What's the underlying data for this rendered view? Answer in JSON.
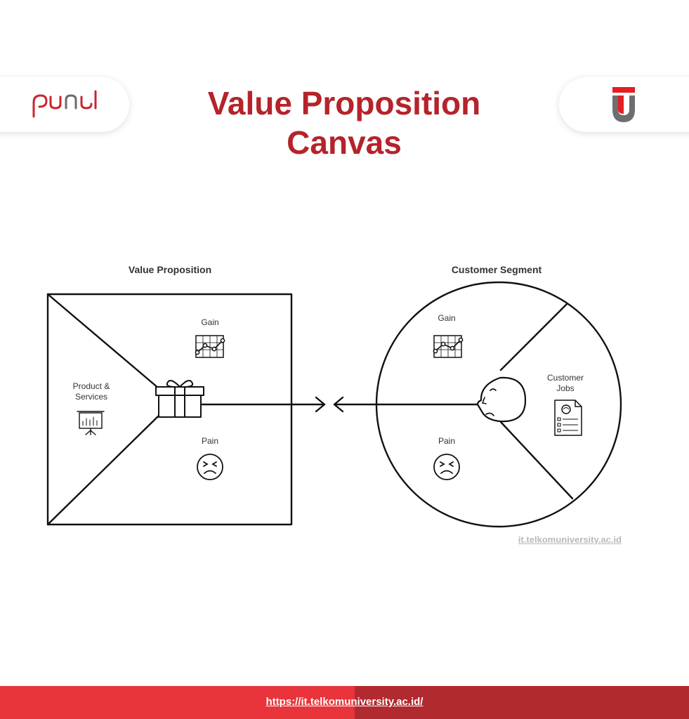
{
  "header": {
    "title_line1": "Value Proposition",
    "title_line2": "Canvas",
    "left_logo": "puni-logo",
    "right_logo": "telkom-university-logo"
  },
  "value_proposition": {
    "heading": "Value Proposition",
    "gain_label": "Gain",
    "pain_label": "Pain",
    "product_label_line1": "Product &",
    "product_label_line2": "Services",
    "icons": [
      "gift-icon",
      "chart-icon",
      "sad-face-icon",
      "presentation-board-icon"
    ]
  },
  "customer_segment": {
    "heading": "Customer Segment",
    "gain_label": "Gain",
    "pain_label": "Pain",
    "jobs_label_line1": "Customer",
    "jobs_label_line2": "Jobs",
    "icons": [
      "face-icon",
      "chart-icon",
      "sad-face-icon",
      "checklist-document-icon"
    ]
  },
  "watermark": "it.telkomuniversity.ac.id",
  "footer": {
    "link": "https://it.telkomuniversity.ac.id/"
  },
  "colors": {
    "brand_red": "#b5232b",
    "footer_left": "#e8343a",
    "footer_right": "#b12a30",
    "line": "#111111"
  }
}
